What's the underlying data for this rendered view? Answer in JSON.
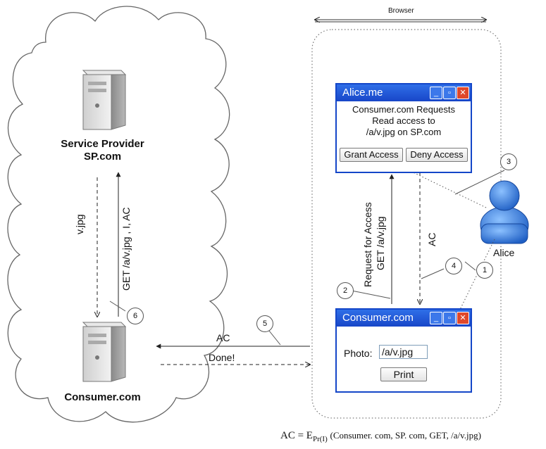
{
  "browser_label": "Browser",
  "service_provider": {
    "title": "Service Provider",
    "domain": "SP.com"
  },
  "consumer_server": {
    "title": "Consumer.com"
  },
  "alice": {
    "label": "Alice"
  },
  "alice_me_window": {
    "title": "Alice.me",
    "message_line1": "Consumer.com Requests",
    "message_line2": "Read access to",
    "message_line3": "/a/v.jpg on SP.com",
    "grant_label": "Grant Access",
    "deny_label": "Deny Access"
  },
  "consumer_window": {
    "title": "Consumer.com",
    "photo_label": "Photo:",
    "photo_value": "/a/v.jpg",
    "print_label": "Print"
  },
  "arrows": {
    "vjpg": "v.jpg",
    "get_request": "GET /a/v.jpg , I, AC",
    "request_access_line1": "Request for Access",
    "request_access_line2": "GET /a/v.jpg",
    "ac_up": "AC",
    "ac_left": "AC",
    "done": "Done!"
  },
  "steps": [
    "1",
    "2",
    "3",
    "4",
    "5",
    "6"
  ],
  "formula": {
    "lhs": "AC = E",
    "subscript": "Pr(I)",
    "args": "(Consumer. com, SP. com, GET, /a/v.jpg)"
  }
}
